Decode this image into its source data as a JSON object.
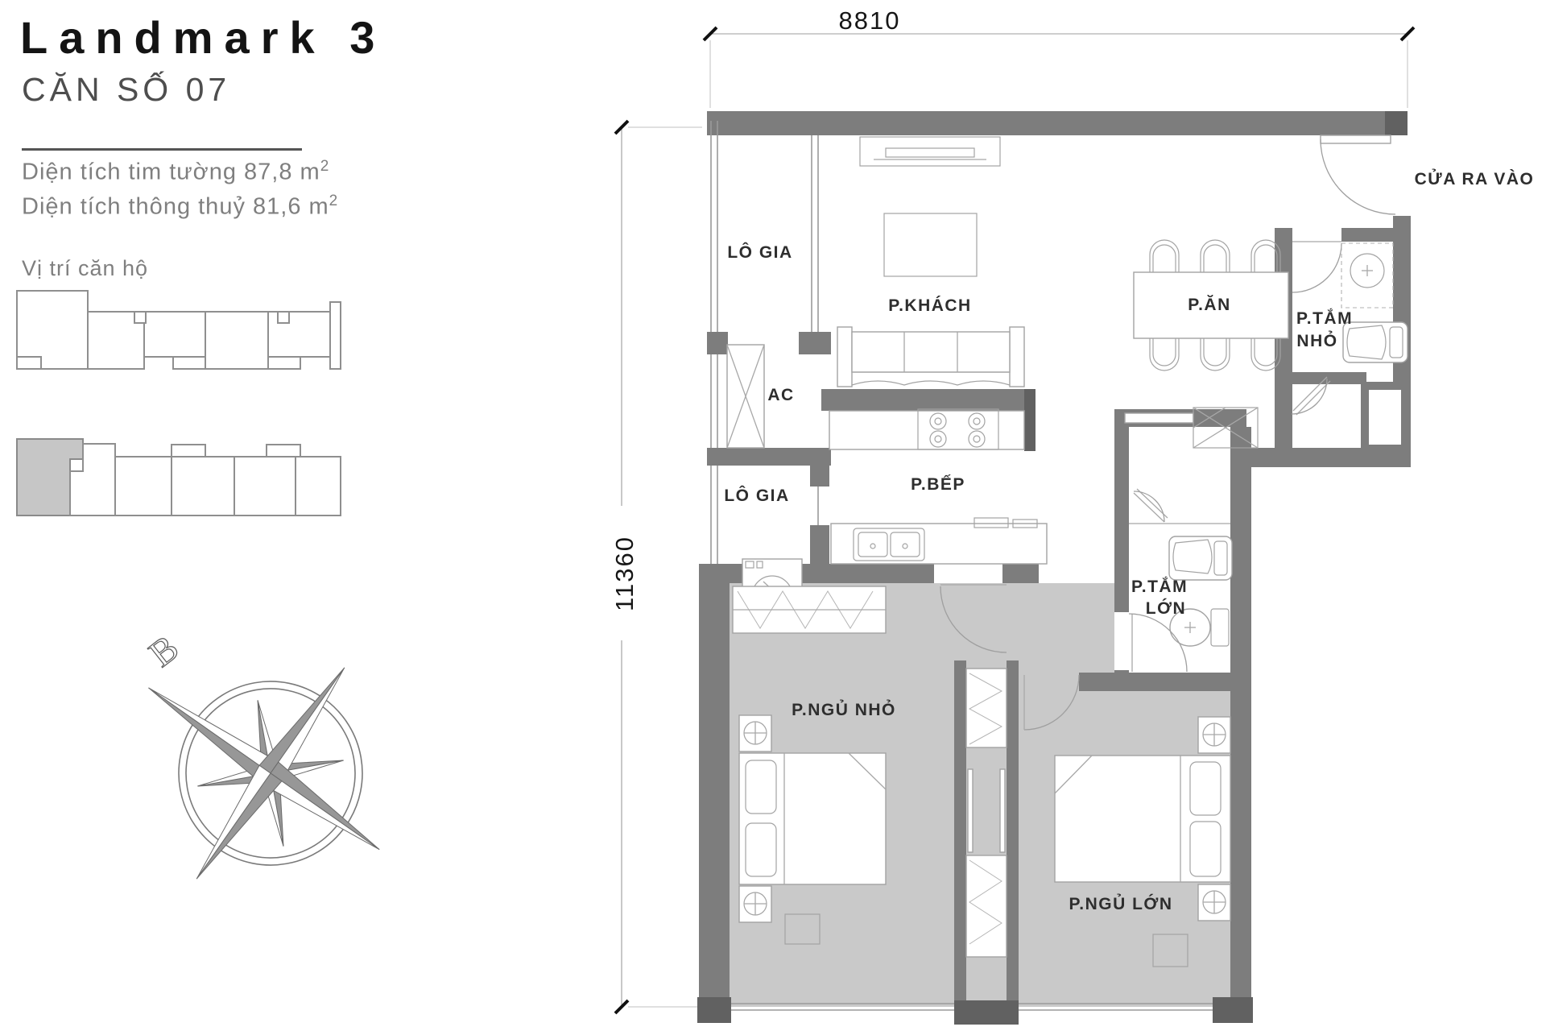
{
  "panel": {
    "title": "Landmark 3",
    "unit_no": "CĂN SỐ 07",
    "area_wall_label": "Diện tích tim tường 87,8 m",
    "area_wall_sup": "2",
    "area_clear_label": "Diện tích thông thuỷ 81,6 m",
    "area_clear_sup": "2",
    "location_label": "Vị trí căn hộ",
    "compass_north": "B"
  },
  "plan": {
    "dim_top": "8810",
    "dim_left": "11360",
    "entry_label": "CỬA RA VÀO",
    "rooms": {
      "logia_upper": "LÔ GIA",
      "ac": "AC",
      "logia_lower": "LÔ GIA",
      "living": "P.KHÁCH",
      "dining": "P.ĂN",
      "bath_small_1": "P.TẮM",
      "bath_small_2": "NHỎ",
      "kitchen": "P.BẾP",
      "bath_large_1": "P.TẮM",
      "bath_large_2": "LỚN",
      "bed_small": "P.NGỦ NHỎ",
      "bed_large": "P.NGỦ LỚN"
    }
  },
  "colors": {
    "wall": "#7d7d7d",
    "floor_bedroom": "#c9c9c9",
    "highlight_unit": "#c6c6c6",
    "text_dark": "#141414",
    "text_gray": "#7f7f7f"
  }
}
